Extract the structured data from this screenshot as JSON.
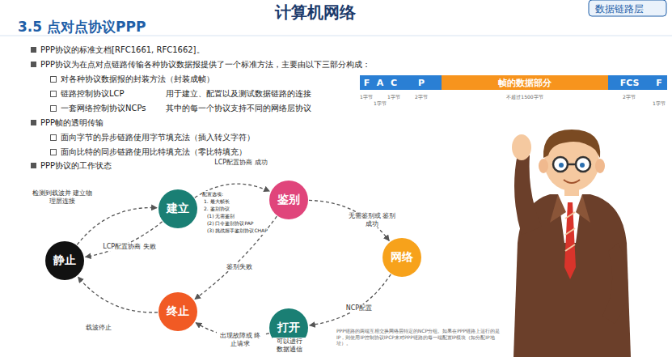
{
  "diagram": {
    "title": "3.5 点对点协议PPP",
    "nodes": [
      {
        "text": [
          "F"
        ]
      },
      {
        "text": [
          "A"
        ]
      },
      {
        "text": [
          "C"
        ]
      },
      {
        "text": [
          "P"
        ]
      },
      {
        "text": [
          "帧的数据部分"
        ]
      },
      {
        "text": [
          "FCS"
        ]
      },
      {
        "text": [
          "F"
        ]
      },
      {
        "text": [
          "建立"
        ]
      },
      {
        "text": [
          "鉴别"
        ]
      },
      {
        "text": [
          "静止"
        ]
      },
      {
        "text": [
          "网络"
        ]
      },
      {
        "text": [
          "终止"
        ]
      },
      {
        "text": [
          "打开"
        ]
      }
    ],
    "edges": [
      {
        "from": 9,
        "to": 7,
        "arrow": "to",
        "label": "检测到载波并 建立物理层连接"
      },
      {
        "from": 7,
        "to": 8,
        "arrow": "to",
        "label": "LCP配置协商 成功"
      },
      {
        "from": 7,
        "to": 9,
        "arrow": "to",
        "label": "LCP配置协商 失败"
      },
      {
        "from": 8,
        "to": 10,
        "arrow": "to",
        "label": "无需鉴别或 鉴别成功"
      },
      {
        "from": 8,
        "to": 11,
        "arrow": "to",
        "label": "鉴别失败"
      },
      {
        "from": 10,
        "to": 12,
        "arrow": "to",
        "label": "NCP配置"
      },
      {
        "from": 12,
        "to": 11,
        "arrow": "to",
        "label": "出现故障或 终止请求"
      },
      {
        "from": 11,
        "to": 9,
        "arrow": "to",
        "label": "载波停止"
      }
    ],
    "labels": [
      "计算机网络",
      "数据链路层",
      "PPP协议的标准文档[RFC1661, RFC1662]。",
      "PPP协议为在点对点链路传输各种协议数据报提供了一个标准方法，主要由以下三部分构成：",
      "对各种协议数据报的封装方法（封装成帧）",
      "链路控制协议LCP",
      "用于建立、配置以及测试数据链路的连接",
      "一套网络控制协议NCPs",
      "其中的每一个协议支持不同的网络层协议",
      "PPP帧的透明传输",
      "面向字节的异步链路使用字节填充法（插入转义字符）",
      "面向比特的同步链路使用比特填充法（零比特填充）",
      "PPP协议的工作状态",
      "1字节",
      "1字节",
      "1字节",
      "2字节",
      "不超过1500字节",
      "2字节",
      "1字节",
      "配置选项:",
      "1. 最大帧长",
      "2. 鉴别协议",
      "(1) 无需鉴别",
      "(2) 口令鉴别协议PAP",
      "(3) 挑战握手鉴别协议CHAP",
      "可以进行 数据通信",
      "PPP链路的两端互相交换网络层特定的NCP分组。如果在PPP链路上运行的是IP，则使用IP控制协议IPCP来对PPP链路的每一端配置IP模块（如分配IP地址）。"
    ]
  }
}
